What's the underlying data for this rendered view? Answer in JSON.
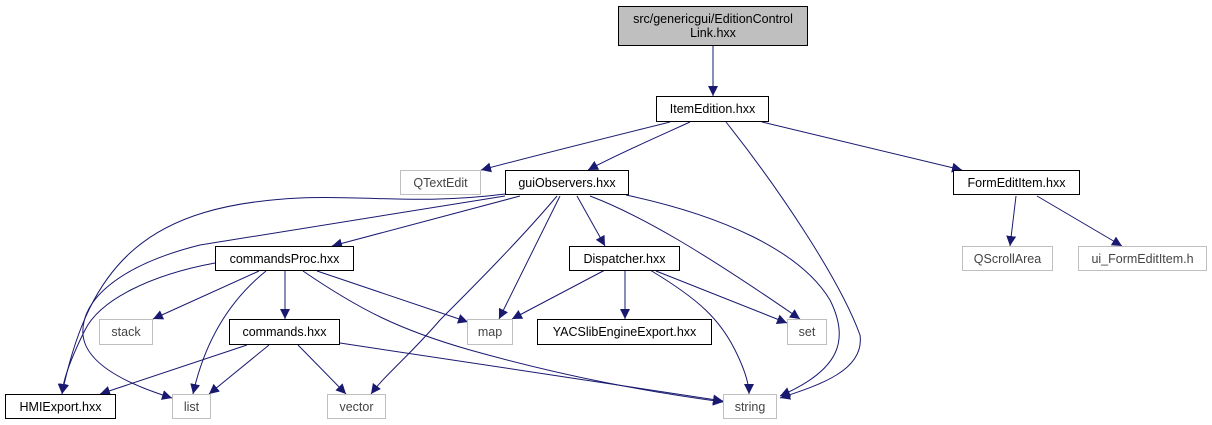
{
  "colors": {
    "edge": "#191970",
    "root_fill": "#bfbfbf",
    "external_border": "#bfbfbf",
    "internal_border": "#000000"
  },
  "nodes": {
    "root": {
      "label": "src/genericgui/EditionControl\nLink.hxx"
    },
    "itemedition": {
      "label": "ItemEdition.hxx"
    },
    "qtextedit": {
      "label": "QTextEdit"
    },
    "guiobservers": {
      "label": "guiObservers.hxx"
    },
    "formedititem": {
      "label": "FormEditItem.hxx"
    },
    "commandsproc": {
      "label": "commandsProc.hxx"
    },
    "dispatcher": {
      "label": "Dispatcher.hxx"
    },
    "qscrollarea": {
      "label": "QScrollArea"
    },
    "ui_formedititem": {
      "label": "ui_FormEditItem.h"
    },
    "stack": {
      "label": "stack"
    },
    "commands": {
      "label": "commands.hxx"
    },
    "map": {
      "label": "map"
    },
    "yacslib": {
      "label": "YACSlibEngineExport.hxx"
    },
    "set": {
      "label": "set"
    },
    "hmiexport": {
      "label": "HMIExport.hxx"
    },
    "list": {
      "label": "list"
    },
    "vector": {
      "label": "vector"
    },
    "string": {
      "label": "string"
    }
  },
  "edges": [
    [
      "root",
      "itemedition"
    ],
    [
      "itemedition",
      "qtextedit"
    ],
    [
      "itemedition",
      "guiobservers"
    ],
    [
      "itemedition",
      "string"
    ],
    [
      "itemedition",
      "formedititem"
    ],
    [
      "guiobservers",
      "hmiexport"
    ],
    [
      "guiobservers",
      "list"
    ],
    [
      "guiobservers",
      "commandsproc"
    ],
    [
      "guiobservers",
      "vector"
    ],
    [
      "guiobservers",
      "map"
    ],
    [
      "guiobservers",
      "dispatcher"
    ],
    [
      "guiobservers",
      "set"
    ],
    [
      "guiobservers",
      "string"
    ],
    [
      "formedititem",
      "qscrollarea"
    ],
    [
      "formedititem",
      "ui_formedititem"
    ],
    [
      "commandsproc",
      "hmiexport"
    ],
    [
      "commandsproc",
      "stack"
    ],
    [
      "commandsproc",
      "list"
    ],
    [
      "commandsproc",
      "commands"
    ],
    [
      "commandsproc",
      "map"
    ],
    [
      "commandsproc",
      "string"
    ],
    [
      "dispatcher",
      "map"
    ],
    [
      "dispatcher",
      "yacslib"
    ],
    [
      "dispatcher",
      "set"
    ],
    [
      "dispatcher",
      "string"
    ],
    [
      "commands",
      "hmiexport"
    ],
    [
      "commands",
      "list"
    ],
    [
      "commands",
      "vector"
    ],
    [
      "commands",
      "string"
    ]
  ]
}
